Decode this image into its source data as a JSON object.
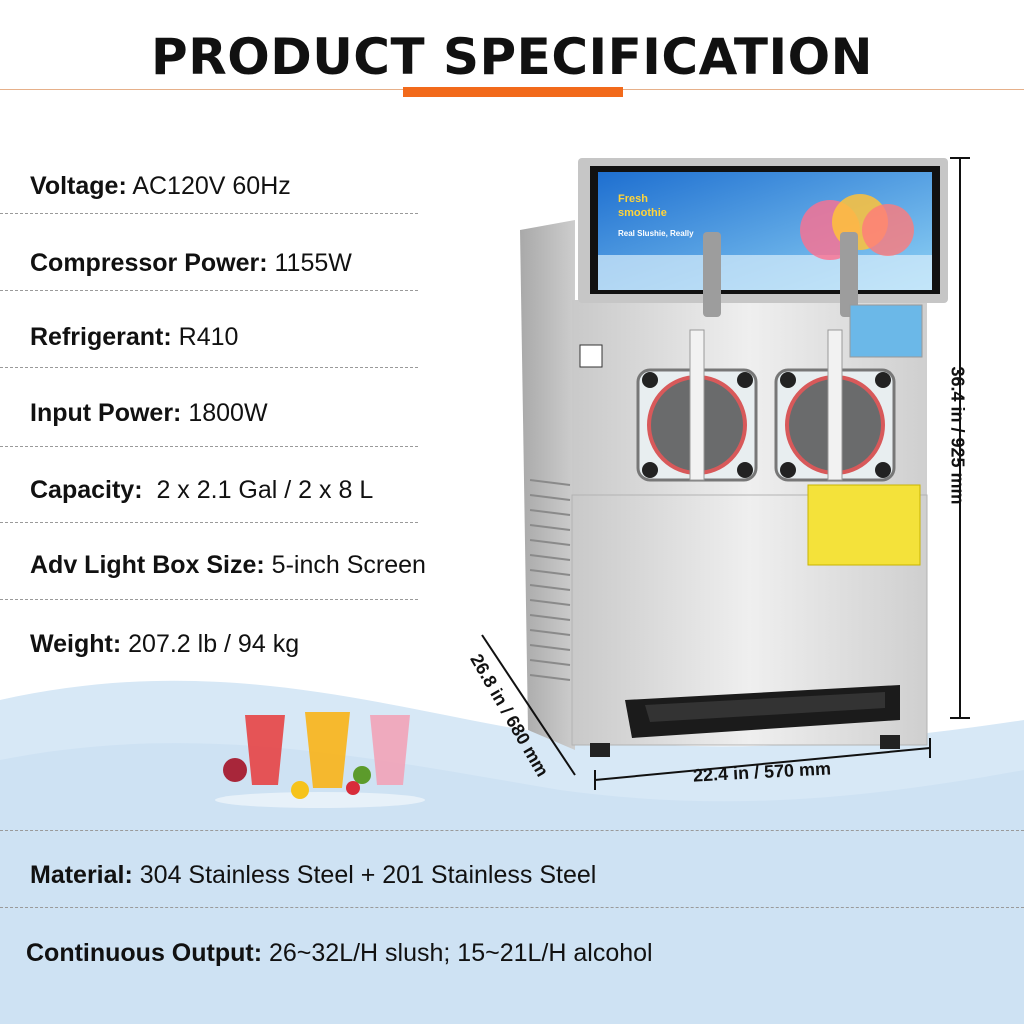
{
  "title": "PRODUCT SPECIFICATION",
  "specs": [
    {
      "label": "Voltage:",
      "value": " AC120V 60Hz"
    },
    {
      "label": "Compressor Power:",
      "value": " 1155W"
    },
    {
      "label": "Refrigerant:",
      "value": " R410"
    },
    {
      "label": "Input Power:",
      "value": " 1800W"
    },
    {
      "label": "Capacity:",
      "value": "  2 x 2.1 Gal / 2 x 8 L"
    },
    {
      "label": "Adv Light Box Size:",
      "value": " 5-inch Screen"
    },
    {
      "label": "Weight:",
      "value": " 207.2 lb / 94 kg"
    },
    {
      "label": "Material:",
      "value": " 304 Stainless Steel + 201 Stainless Steel"
    },
    {
      "label": "Continuous Output:",
      "value": " 26~32L/H slush; 15~21L/H alcohol"
    }
  ],
  "dimensions": {
    "height": "36.4 in / 925 mm",
    "width": "22.4 in / 570 mm",
    "depth": "26.8 in / 680 mm"
  },
  "lightbox": {
    "line1": "Fresh",
    "line2": "smoothie",
    "line3": "Real Slushie, Really"
  },
  "colors": {
    "accent": "#f26a1b",
    "wave": "#cfe3f4"
  }
}
